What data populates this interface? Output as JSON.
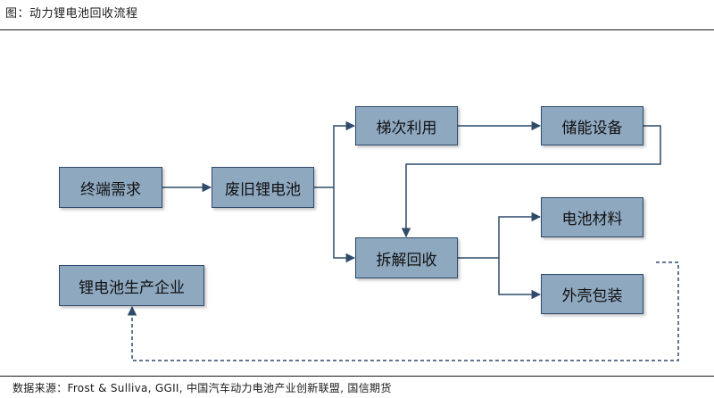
{
  "header": {
    "title": "图：动力锂电池回收流程"
  },
  "footer": {
    "source": "数据来源：Frost & Sulliva, GGII, 中国汽车动力电池产业创新联盟, 国信期货"
  },
  "diagram": {
    "nodes": {
      "demand": "终端需求",
      "waste_battery": "废旧锂电池",
      "cascade_use": "梯次利用",
      "storage_equipment": "储能设备",
      "dismantle_recycle": "拆解回收",
      "battery_materials": "电池材料",
      "outer_shell_packaging": "外壳包装",
      "battery_producer": "锂电池生产企业"
    },
    "edges": [
      {
        "from": "demand",
        "to": "waste_battery",
        "style": "solid"
      },
      {
        "from": "waste_battery",
        "to": "cascade_use",
        "style": "solid"
      },
      {
        "from": "waste_battery",
        "to": "dismantle_recycle",
        "style": "solid"
      },
      {
        "from": "cascade_use",
        "to": "storage_equipment",
        "style": "solid"
      },
      {
        "from": "storage_equipment",
        "to": "dismantle_recycle",
        "style": "solid"
      },
      {
        "from": "dismantle_recycle",
        "to": "battery_materials",
        "style": "solid"
      },
      {
        "from": "dismantle_recycle",
        "to": "outer_shell_packaging",
        "style": "solid"
      },
      {
        "from": "outer_shell_packaging",
        "to": "battery_producer",
        "style": "dashed"
      }
    ],
    "colors": {
      "node_fill": "#8ea8c0",
      "node_border": "#2f4a6a",
      "arrow": "#2f4a6a"
    }
  }
}
